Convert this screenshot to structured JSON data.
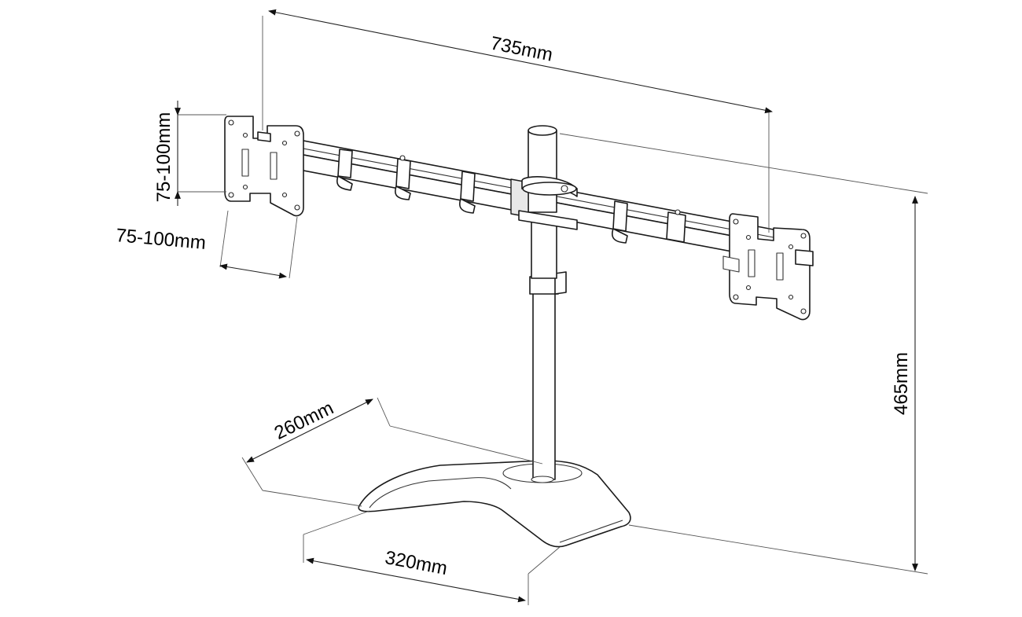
{
  "dimensions": {
    "arm_span": "735mm",
    "height": "465mm",
    "base_depth": "260mm",
    "base_width": "320mm",
    "vesa_vertical": "75-100mm",
    "vesa_horizontal": "75-100mm"
  }
}
